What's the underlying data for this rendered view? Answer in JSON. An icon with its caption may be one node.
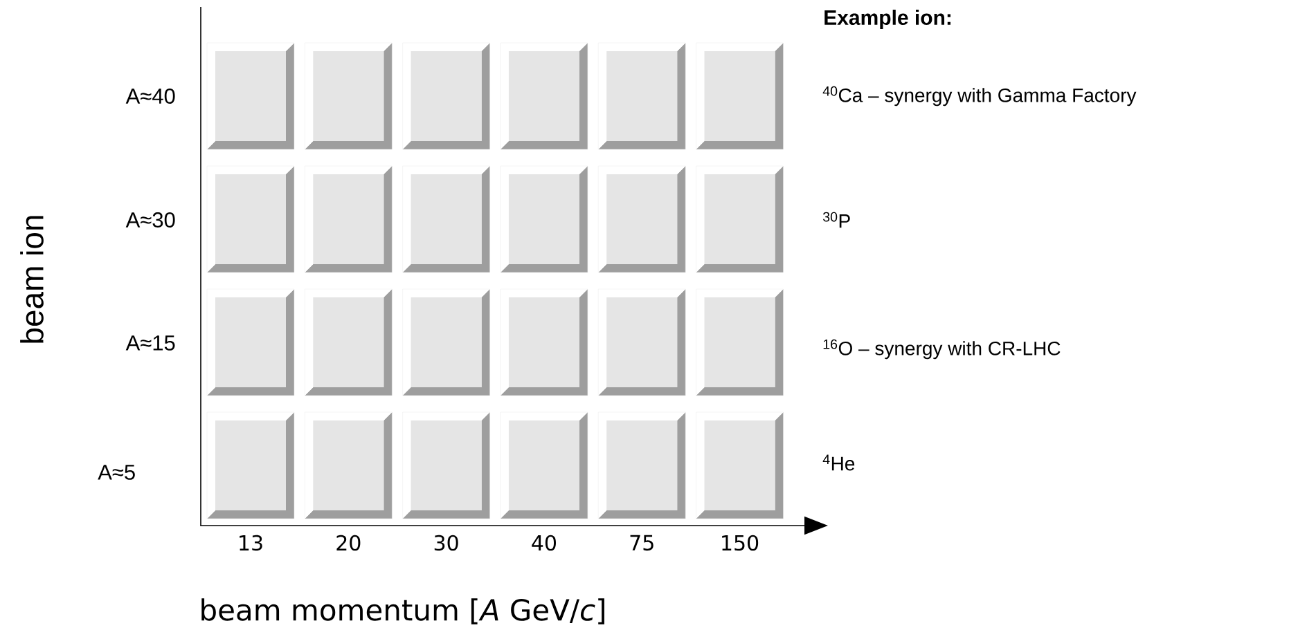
{
  "diagram": {
    "nodes": [
      {
        "text": [],
        "shape": "box"
      },
      {
        "text": [],
        "shape": "box"
      },
      {
        "text": [],
        "shape": "box"
      },
      {
        "text": [],
        "shape": "box"
      },
      {
        "text": [],
        "shape": "box"
      },
      {
        "text": [],
        "shape": "box"
      },
      {
        "text": [],
        "shape": "box"
      },
      {
        "text": [],
        "shape": "box"
      },
      {
        "text": [],
        "shape": "box"
      },
      {
        "text": [],
        "shape": "box"
      },
      {
        "text": [],
        "shape": "box"
      },
      {
        "text": [],
        "shape": "box"
      },
      {
        "text": [],
        "shape": "box"
      },
      {
        "text": [],
        "shape": "box"
      },
      {
        "text": [],
        "shape": "box"
      },
      {
        "text": [],
        "shape": "box"
      },
      {
        "text": [],
        "shape": "box"
      },
      {
        "text": [],
        "shape": "box"
      },
      {
        "text": [],
        "shape": "box"
      },
      {
        "text": [],
        "shape": "box"
      },
      {
        "text": [],
        "shape": "box"
      },
      {
        "text": [],
        "shape": "box"
      },
      {
        "text": [],
        "shape": "box"
      },
      {
        "text": [],
        "shape": "box"
      }
    ],
    "labels": [
      "Example ion:",
      "A≈40",
      "$^{40}$Ca – synergy with Gamma Factory",
      "A≈30",
      "$^{30}$P",
      "A≈15",
      "$^{16}$O – synergy with CR-LHC",
      "A≈5",
      "$^{4}$He",
      "beam ion",
      "13",
      "20",
      "30",
      "40",
      "75",
      "150",
      "beam momentum [*A* GeV/*c*]"
    ]
  }
}
